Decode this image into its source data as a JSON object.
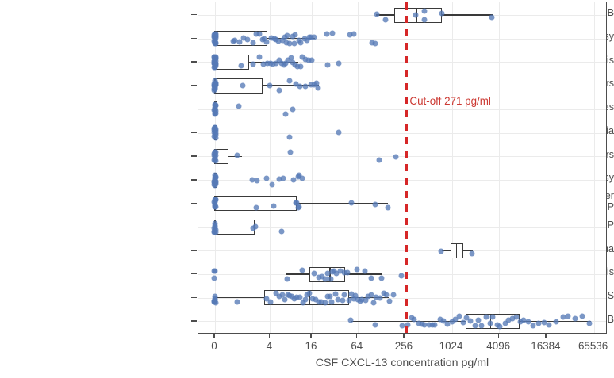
{
  "chart_data": {
    "type": "box",
    "title": "",
    "xlabel": "CSF CXCL-13 concentration pg/ml",
    "ylabel": "",
    "x_scale": "log4",
    "xticks": [
      0,
      4,
      16,
      64,
      256,
      1024,
      4096,
      16384,
      65536
    ],
    "xticklabels": [
      "0",
      "4",
      "16",
      "64",
      "256",
      "1024",
      "4096",
      "16384",
      "65536"
    ],
    "xlim": [
      0,
      65536
    ],
    "grid": true,
    "legend": "none",
    "point_color": "#567ab6",
    "box_color": "#3a3a3a",
    "annotations": [
      {
        "name": "cutoff",
        "label": "Cut-off 271 pg/ml",
        "value": 271,
        "color": "#cc3a33",
        "style": "dashed vertical line"
      }
    ],
    "categories": [
      "Probable NB",
      "Other, including epilepsy",
      "Headache, other than meningitis",
      "Musculoskeletal disorders",
      "Cerebrovascular diseases",
      "Dementia",
      "Other cranial nerve disorders",
      "Idiopathic facial nerve palsy",
      "Peripheral nerve disorders, other\nthan AIDP/CIDP",
      "AIDP/CIDP",
      "B-cell lymphoma",
      "Meningitis/Encephalitis",
      "Multiple sclerosis/CIS",
      "NB"
    ],
    "boxes": [
      {
        "category": "Probable NB",
        "whisker_low": 111,
        "q1": 187,
        "median": 368,
        "q3": 760,
        "whisker_high": 3400,
        "points": [
          112,
          145,
          360,
          455,
          470,
          770,
          3300
        ]
      },
      {
        "category": "Other, including epilepsy",
        "whisker_low": 0,
        "q1": 0,
        "median": 0,
        "q3": 3.6,
        "whisker_high": 17.5,
        "points": [
          0,
          0,
          0,
          0,
          0,
          0,
          0,
          0,
          0,
          0,
          0,
          0,
          0,
          0,
          0,
          0,
          0,
          0,
          0,
          0,
          0,
          0,
          0,
          0.7,
          0.8,
          1.0,
          1.3,
          1.6,
          2.0,
          2.3,
          2.6,
          3.0,
          3.2,
          3.4,
          4.2,
          4.6,
          5.0,
          5.5,
          6.2,
          6.6,
          7.0,
          7.4,
          7.9,
          8.5,
          9.0,
          9.6,
          10.5,
          11.5,
          12.4,
          13.4,
          14.6,
          16.0,
          17.4,
          26,
          30,
          50,
          58,
          96,
          108
        ]
      },
      {
        "category": "Headache, other than meningitis",
        "whisker_low": 0,
        "q1": 0,
        "median": 0,
        "q3": 1.7,
        "whisker_high": 10.5,
        "points": [
          0,
          0,
          0,
          0,
          0,
          0,
          0,
          0,
          0,
          0,
          0,
          0,
          0,
          0,
          0,
          0,
          0,
          0,
          0,
          0,
          0,
          0,
          0,
          0,
          0,
          0,
          1.1,
          2.0,
          2.6,
          3.1,
          3.6,
          4.1,
          4.6,
          5.0,
          5.5,
          6.0,
          6.5,
          7.0,
          7.6,
          8.2,
          8.8,
          9.4,
          10.2,
          11.0,
          12.0,
          13.0,
          14.5,
          16.0,
          26,
          36
        ]
      },
      {
        "category": "Musculoskeletal disorders",
        "whisker_low": 0,
        "q1": 0,
        "median": 0,
        "q3": 3.0,
        "whisker_high": 20,
        "points": [
          0,
          0,
          0,
          0,
          0,
          0,
          0,
          0,
          0,
          0,
          0,
          0,
          0,
          0,
          0,
          0,
          0,
          0,
          0,
          1.2,
          4.0,
          5.5,
          8.0,
          9.5,
          11.0,
          13.0,
          15.5,
          17.0,
          18.5,
          20.0
        ]
      },
      {
        "category": "Cerebrovascular diseases",
        "whisker_low": 0,
        "q1": 0,
        "median": 0,
        "q3": 0,
        "whisker_high": 0,
        "points": [
          0,
          0,
          0,
          0,
          0,
          0,
          0,
          0,
          0,
          0,
          0,
          0,
          0,
          0,
          1.0,
          6.8,
          8.6
        ]
      },
      {
        "category": "Dementia",
        "whisker_low": 0,
        "q1": 0,
        "median": 0,
        "q3": 0,
        "whisker_high": 0,
        "points": [
          0,
          0,
          0,
          0,
          0,
          0,
          0,
          0,
          0,
          0,
          0,
          0,
          8.0,
          36
        ]
      },
      {
        "category": "Other cranial nerve disorders",
        "whisker_low": 0,
        "q1": 0,
        "median": 0,
        "q3": 0.5,
        "whisker_high": 1.2,
        "points": [
          0,
          0,
          0,
          0,
          0,
          0,
          0,
          0,
          0,
          0,
          0,
          0.9,
          8.0,
          120,
          200
        ]
      },
      {
        "category": "Idiopathic facial nerve palsy",
        "whisker_low": 0,
        "q1": 0,
        "median": 0,
        "q3": 0,
        "whisker_high": 0,
        "points": [
          0,
          0,
          0,
          0,
          0,
          0,
          0,
          0,
          0,
          0,
          0,
          0,
          0,
          0,
          0,
          2.0,
          2.4,
          3.4,
          4.2,
          5.6,
          6.2,
          9.0,
          10.2,
          11.0,
          12.0
        ]
      },
      {
        "category": "Peripheral nerve disorders, other\nthan AIDP/CIDP",
        "whisker_low": 0,
        "q1": 0,
        "median": 0,
        "q3": 10,
        "whisker_high": 156,
        "points": [
          0,
          0,
          0,
          0,
          0,
          0,
          0,
          0,
          0,
          0,
          2.3,
          4.5,
          9.6,
          10.0,
          10.4,
          10.8,
          52,
          108,
          156
        ]
      },
      {
        "category": "AIDP/CIDP",
        "whisker_low": 0,
        "q1": 0,
        "median": 0,
        "q3": 2.2,
        "whisker_high": 6.0,
        "points": [
          0,
          0,
          0,
          0,
          0,
          0,
          0,
          0,
          2.1,
          2.3,
          6.0
        ]
      },
      {
        "category": "B-cell lymphoma",
        "whisker_low": 760,
        "q1": 980,
        "median": 1180,
        "q3": 1430,
        "whisker_high": 1900,
        "points": [
          760,
          1900
        ]
      },
      {
        "category": "Meningitis/Encephalitis",
        "whisker_low": 7.0,
        "q1": 15,
        "median": 28,
        "q3": 44,
        "whisker_high": 132,
        "points": [
          0,
          0,
          0,
          7.2,
          12,
          17,
          20,
          22,
          24,
          26,
          28,
          30,
          32,
          34,
          38,
          42,
          46,
          62,
          80,
          96,
          128,
          240
        ]
      },
      {
        "category": "Multiple sclerosis/CIS",
        "whisker_low": 0,
        "q1": 3.2,
        "median": 15,
        "q3": 50,
        "whisker_high": 160,
        "points": [
          0,
          0,
          0,
          0,
          0,
          0,
          0,
          0.9,
          3.4,
          4.2,
          5.0,
          5.6,
          6.2,
          6.8,
          7.4,
          8.0,
          8.6,
          9.2,
          10,
          11,
          12,
          13,
          14,
          15,
          16,
          18,
          20,
          22,
          24,
          26,
          28,
          30,
          33,
          36,
          40,
          44,
          48,
          52,
          56,
          60,
          64,
          68,
          72,
          80,
          88,
          96,
          104,
          112,
          124,
          136,
          150,
          160,
          180
        ]
      },
      {
        "category": "NB",
        "whisker_low": 52,
        "q1": 1520,
        "median": 3200,
        "q3": 7400,
        "whisker_high": 60000,
        "points": [
          52,
          110,
          240,
          280,
          310,
          340,
          380,
          420,
          460,
          520,
          560,
          620,
          720,
          800,
          900,
          1020,
          1150,
          1300,
          1450,
          1600,
          1800,
          2000,
          2200,
          2500,
          2800,
          3100,
          3400,
          3800,
          4200,
          4800,
          5400,
          6000,
          6800,
          7600,
          8600,
          9800,
          11000,
          13000,
          15000,
          18000,
          22000,
          26000,
          31000,
          38000,
          46000,
          58000
        ]
      }
    ]
  }
}
